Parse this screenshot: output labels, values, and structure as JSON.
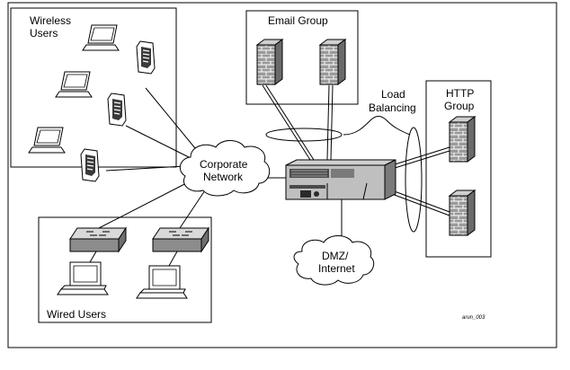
{
  "labels": {
    "wireless_users_line1": "Wireless",
    "wireless_users_line2": "Users",
    "email_group": "Email Group",
    "http_group_line1": "HTTP",
    "http_group_line2": "Group",
    "load_balancing_line1": "Load",
    "load_balancing_line2": "Balancing",
    "corporate_network_line1": "Corporate",
    "corporate_network_line2": "Network",
    "dmz_line1": "DMZ/",
    "dmz_line2": "Internet",
    "wired_users": "Wired Users",
    "figure_id": "arun_003"
  },
  "colors": {
    "line": "#000000",
    "fill_light": "#ffffff",
    "device_gray": "#bfbfbf",
    "device_dark": "#4a4a4a"
  }
}
